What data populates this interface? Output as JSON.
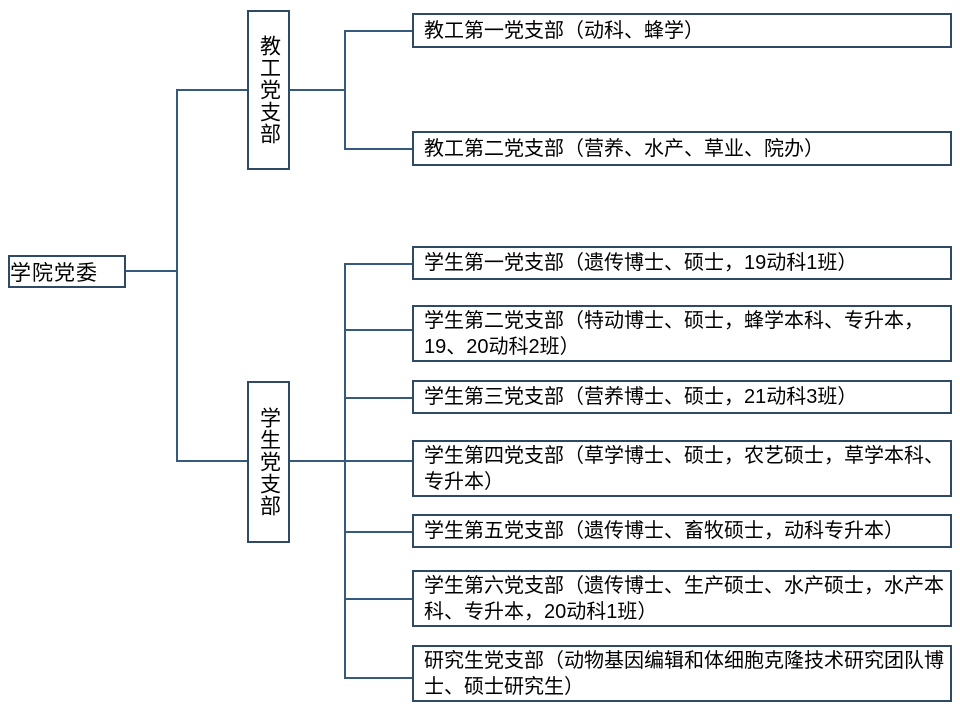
{
  "diagram": {
    "type": "org-chart",
    "orientation": "left-to-right",
    "colors": {
      "box_border": "#2e4a66",
      "connector": "#355a7d",
      "background": "#ffffff",
      "text": "#000000"
    },
    "root": {
      "label": "学院党委"
    },
    "level2": [
      {
        "id": "faculty",
        "label": "教工党支部",
        "text_direction": "vertical"
      },
      {
        "id": "student",
        "label": "学生党支部",
        "text_direction": "vertical"
      }
    ],
    "faculty_branches": [
      {
        "id": "faculty-1",
        "label": "教工第一党支部（动科、蜂学）"
      },
      {
        "id": "faculty-2",
        "label": "教工第二党支部（营养、水产、草业、院办）"
      }
    ],
    "student_branches": [
      {
        "id": "student-1",
        "label": "学生第一党支部（遗传博士、硕士，19动科1班）"
      },
      {
        "id": "student-2",
        "label": "学生第二党支部（特动博士、硕士，蜂学本科、专升本，19、20动科2班）"
      },
      {
        "id": "student-3",
        "label": "学生第三党支部（营养博士、硕士，21动科3班）"
      },
      {
        "id": "student-4",
        "label": "学生第四党支部（草学博士、硕士，农艺硕士，草学本科、专升本）"
      },
      {
        "id": "student-5",
        "label": "学生第五党支部（遗传博士、畜牧硕士，动科专升本）"
      },
      {
        "id": "student-6",
        "label": "学生第六党支部（遗传博士、生产硕士、水产硕士，水产本科、专升本，20动科1班）"
      },
      {
        "id": "student-7",
        "label": "研究生党支部（动物基因编辑和体细胞克隆技术研究团队博士、硕士研究生）"
      }
    ]
  }
}
